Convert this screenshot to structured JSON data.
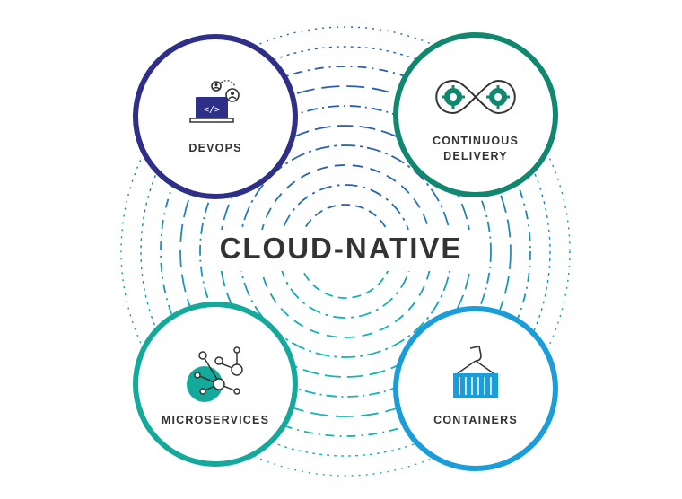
{
  "center_title": "CLOUD-NATIVE",
  "nodes": {
    "devops": {
      "label": "DEVOPS",
      "color": "#2e2f86",
      "icon": "laptop-code-people-icon"
    },
    "continuous_delivery": {
      "line1": "CONTINUOUS",
      "line2": "DELIVERY",
      "color": "#11876f",
      "icon": "gears-infinity-icon"
    },
    "microservices": {
      "label": "MICROSERVICES",
      "color": "#15a99c",
      "icon": "network-nodes-icon"
    },
    "containers": {
      "label": "CONTAINERS",
      "color": "#1b9dd9",
      "icon": "shipping-container-crane-icon"
    }
  },
  "colors": {
    "text": "#333333",
    "rings_inner": "#2b6ca8",
    "rings_outer": "#18b1b0"
  }
}
